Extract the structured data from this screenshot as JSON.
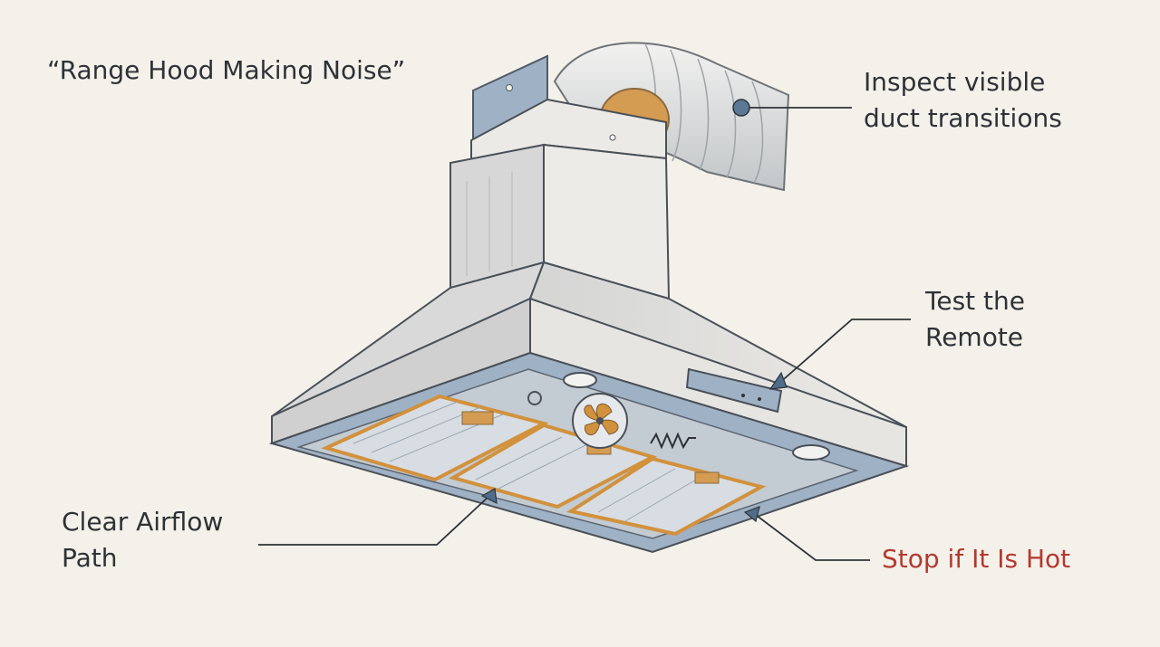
{
  "title": "“Range Hood Making Noise”",
  "callouts": {
    "duct": {
      "line1": "Inspect visible",
      "line2": "duct transitions"
    },
    "remote": {
      "line1": "Test the",
      "line2": "Remote"
    },
    "airflow": {
      "line1": "Clear Airflow",
      "line2": "Path"
    },
    "hot": {
      "text": "Stop if It Is Hot",
      "color": "#b23a30"
    }
  },
  "colors": {
    "background": "#f4f1ea",
    "text": "#2e3236",
    "steel": "#e2e1de",
    "steel_shadow": "#c7c8c6",
    "filter_frame": "#d2913c",
    "duct_tape": "#d49b52",
    "underside_blue": "#9fb1c4",
    "warning_red": "#b23a30"
  },
  "icons": [
    "fan-icon",
    "resistor-noise-icon",
    "light-icon",
    "remote-panel-icon"
  ]
}
